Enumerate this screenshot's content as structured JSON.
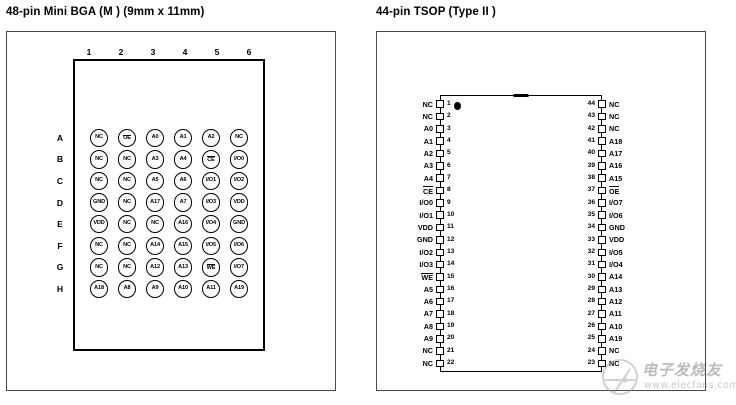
{
  "bga": {
    "title": "48-pin Mini BGA (M ) (9mm x 11mm)",
    "columns": [
      "1",
      "2",
      "3",
      "4",
      "5",
      "6"
    ],
    "rows": [
      "A",
      "B",
      "C",
      "D",
      "E",
      "F",
      "G",
      "H"
    ],
    "balls": [
      [
        {
          "label": "NC",
          "overline": false
        },
        {
          "label": "OE",
          "overline": true
        },
        {
          "label": "A0",
          "overline": false
        },
        {
          "label": "A1",
          "overline": false
        },
        {
          "label": "A2",
          "overline": false
        },
        {
          "label": "NC",
          "overline": false
        }
      ],
      [
        {
          "label": "NC",
          "overline": false
        },
        {
          "label": "NC",
          "overline": false
        },
        {
          "label": "A3",
          "overline": false
        },
        {
          "label": "A4",
          "overline": false
        },
        {
          "label": "CE",
          "overline": true
        },
        {
          "label": "I/O0",
          "overline": false
        }
      ],
      [
        {
          "label": "NC",
          "overline": false
        },
        {
          "label": "NC",
          "overline": false
        },
        {
          "label": "A5",
          "overline": false
        },
        {
          "label": "A6",
          "overline": false
        },
        {
          "label": "I/O1",
          "overline": false
        },
        {
          "label": "I/O2",
          "overline": false
        }
      ],
      [
        {
          "label": "GND",
          "overline": false
        },
        {
          "label": "NC",
          "overline": false
        },
        {
          "label": "A17",
          "overline": false
        },
        {
          "label": "A7",
          "overline": false
        },
        {
          "label": "I/O3",
          "overline": false
        },
        {
          "label": "VDD",
          "overline": false
        }
      ],
      [
        {
          "label": "VDD",
          "overline": false
        },
        {
          "label": "NC",
          "overline": false
        },
        {
          "label": "NC",
          "overline": false
        },
        {
          "label": "A16",
          "overline": false
        },
        {
          "label": "I/O4",
          "overline": false
        },
        {
          "label": "GND",
          "overline": false
        }
      ],
      [
        {
          "label": "NC",
          "overline": false
        },
        {
          "label": "NC",
          "overline": false
        },
        {
          "label": "A14",
          "overline": false
        },
        {
          "label": "A15",
          "overline": false
        },
        {
          "label": "I/O5",
          "overline": false
        },
        {
          "label": "I/O6",
          "overline": false
        }
      ],
      [
        {
          "label": "NC",
          "overline": false
        },
        {
          "label": "NC",
          "overline": false
        },
        {
          "label": "A12",
          "overline": false
        },
        {
          "label": "A13",
          "overline": false
        },
        {
          "label": "WE",
          "overline": true
        },
        {
          "label": "I/O7",
          "overline": false
        }
      ],
      [
        {
          "label": "A18",
          "overline": false
        },
        {
          "label": "A8",
          "overline": false
        },
        {
          "label": "A9",
          "overline": false
        },
        {
          "label": "A10",
          "overline": false
        },
        {
          "label": "A11",
          "overline": false
        },
        {
          "label": "A19",
          "overline": false
        }
      ]
    ]
  },
  "tsop": {
    "title": "44-pin TSOP (Type II )",
    "left_pins": [
      {
        "num": "1",
        "label": "NC",
        "overline": false
      },
      {
        "num": "2",
        "label": "NC",
        "overline": false
      },
      {
        "num": "3",
        "label": "A0",
        "overline": false
      },
      {
        "num": "4",
        "label": "A1",
        "overline": false
      },
      {
        "num": "5",
        "label": "A2",
        "overline": false
      },
      {
        "num": "6",
        "label": "A3",
        "overline": false
      },
      {
        "num": "7",
        "label": "A4",
        "overline": false
      },
      {
        "num": "8",
        "label": "CE",
        "overline": true
      },
      {
        "num": "9",
        "label": "I/O0",
        "overline": false
      },
      {
        "num": "10",
        "label": "I/O1",
        "overline": false
      },
      {
        "num": "11",
        "label": "VDD",
        "overline": false
      },
      {
        "num": "12",
        "label": "GND",
        "overline": false
      },
      {
        "num": "13",
        "label": "I/O2",
        "overline": false
      },
      {
        "num": "14",
        "label": "I/O3",
        "overline": false
      },
      {
        "num": "15",
        "label": "WE",
        "overline": true
      },
      {
        "num": "16",
        "label": "A5",
        "overline": false
      },
      {
        "num": "17",
        "label": "A6",
        "overline": false
      },
      {
        "num": "18",
        "label": "A7",
        "overline": false
      },
      {
        "num": "19",
        "label": "A8",
        "overline": false
      },
      {
        "num": "20",
        "label": "A9",
        "overline": false
      },
      {
        "num": "21",
        "label": "NC",
        "overline": false
      },
      {
        "num": "22",
        "label": "NC",
        "overline": false
      }
    ],
    "right_pins": [
      {
        "num": "44",
        "label": "NC",
        "overline": false
      },
      {
        "num": "43",
        "label": "NC",
        "overline": false
      },
      {
        "num": "42",
        "label": "NC",
        "overline": false
      },
      {
        "num": "41",
        "label": "A18",
        "overline": false
      },
      {
        "num": "40",
        "label": "A17",
        "overline": false
      },
      {
        "num": "39",
        "label": "A16",
        "overline": false
      },
      {
        "num": "38",
        "label": "A15",
        "overline": false
      },
      {
        "num": "37",
        "label": "OE",
        "overline": true
      },
      {
        "num": "36",
        "label": "I/O7",
        "overline": false
      },
      {
        "num": "35",
        "label": "I/O6",
        "overline": false
      },
      {
        "num": "34",
        "label": "GND",
        "overline": false
      },
      {
        "num": "33",
        "label": "VDD",
        "overline": false
      },
      {
        "num": "32",
        "label": "I/O5",
        "overline": false
      },
      {
        "num": "31",
        "label": "I/O4",
        "overline": false
      },
      {
        "num": "30",
        "label": "A14",
        "overline": false
      },
      {
        "num": "29",
        "label": "A13",
        "overline": false
      },
      {
        "num": "28",
        "label": "A12",
        "overline": false
      },
      {
        "num": "27",
        "label": "A11",
        "overline": false
      },
      {
        "num": "26",
        "label": "A10",
        "overline": false
      },
      {
        "num": "25",
        "label": "A19",
        "overline": false
      },
      {
        "num": "24",
        "label": "NC",
        "overline": false
      },
      {
        "num": "23",
        "label": "NC",
        "overline": false
      }
    ]
  },
  "watermark": {
    "text_cn": "电子发烧友",
    "url": "www.elecfans.com"
  }
}
